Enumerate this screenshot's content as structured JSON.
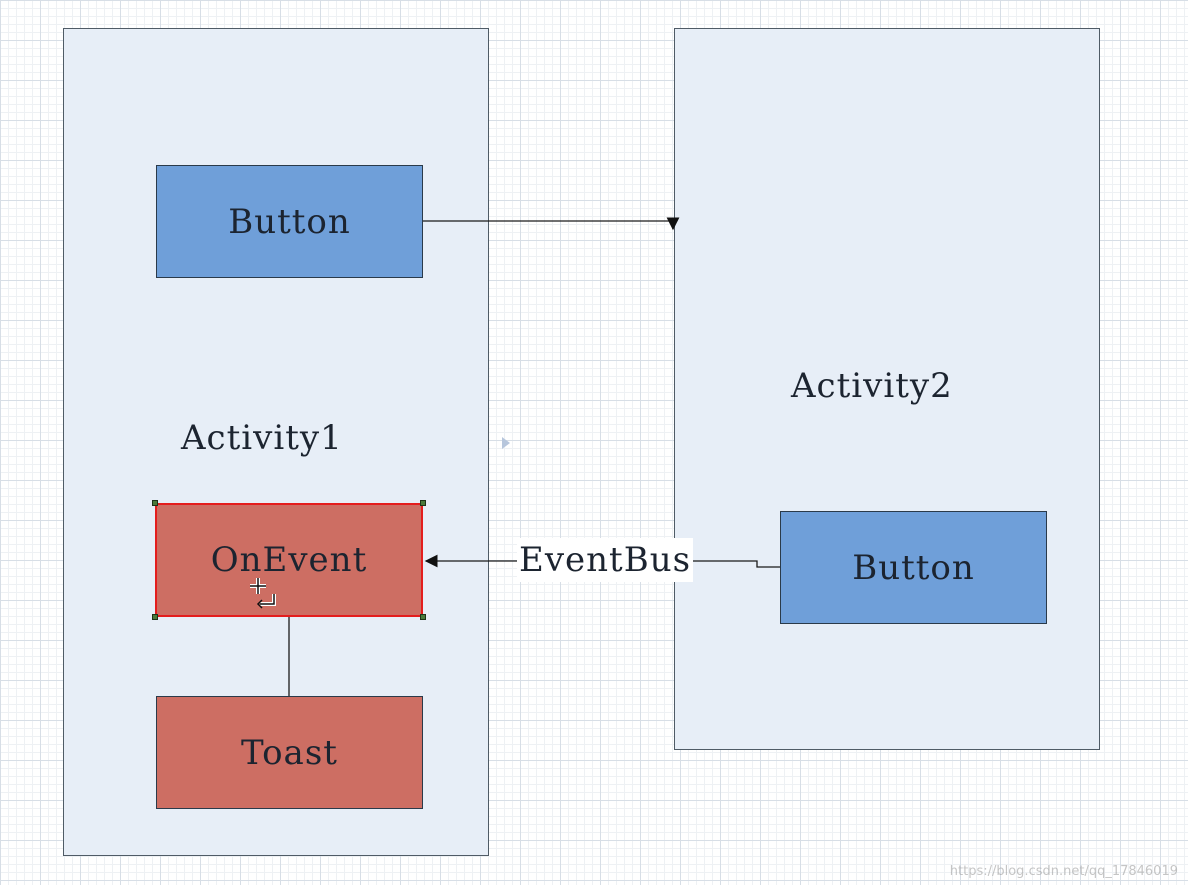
{
  "diagram": {
    "activity1": {
      "label": "Activity1",
      "button_label": "Button",
      "onevent_label": "OnEvent",
      "toast_label": "Toast"
    },
    "activity2": {
      "label": "Activity2",
      "button_label": "Button"
    },
    "edge_label": "EventBus"
  },
  "watermark": "https://blog.csdn.net/qq_17846019",
  "colors": {
    "panel_fill": "#e7eef7",
    "button_fill": "#6f9fd9",
    "event_fill": "#cd6e63",
    "selection_border": "#e41d1d",
    "grid_line": "#d7dee6"
  }
}
